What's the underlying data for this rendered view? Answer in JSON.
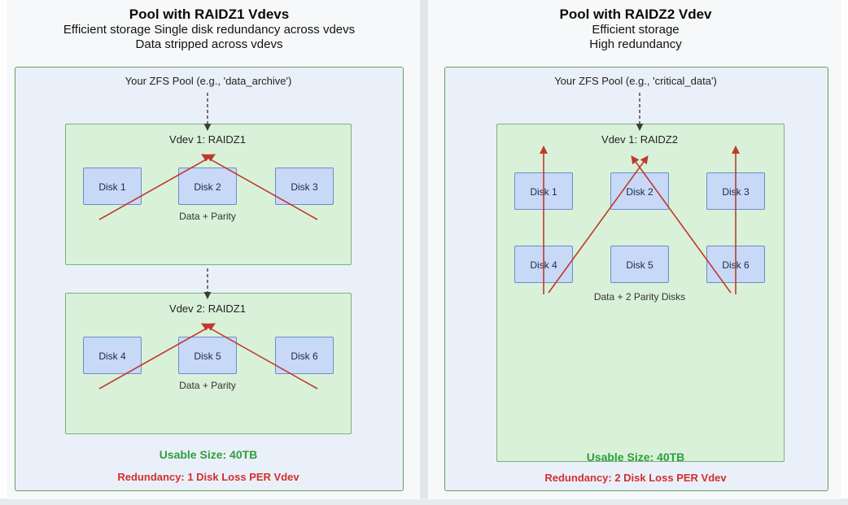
{
  "left": {
    "title": "Pool with RAIDZ1 Vdevs",
    "subtitle1": "Efficient storage  Single disk redundancy across vdevs",
    "subtitle2": "Data stripped across vdevs",
    "pool_label": "Your ZFS Pool (e.g., 'data_archive')",
    "vdevs": [
      {
        "title": "Vdev 1: RAIDZ1",
        "disks": [
          "Disk 1",
          "Disk 2",
          "Disk 3"
        ],
        "note": "Data + Parity"
      },
      {
        "title": "Vdev 2: RAIDZ1",
        "disks": [
          "Disk 4",
          "Disk 5",
          "Disk 6"
        ],
        "note": "Data + Parity"
      }
    ],
    "usable_size": "Usable Size: 40TB",
    "redundancy": "Redundancy: 1 Disk Loss PER Vdev"
  },
  "right": {
    "title": "Pool with RAIDZ2 Vdev",
    "subtitle1": "Efficient storage",
    "subtitle2": "High redundancy",
    "pool_label": "Your ZFS Pool (e.g., 'critical_data')",
    "vdev": {
      "title": "Vdev 1: RAIDZ2",
      "disks": [
        "Disk 1",
        "Disk 2",
        "Disk 3",
        "Disk 4",
        "Disk 5",
        "Disk 6"
      ],
      "note": "Data + 2 Parity Disks"
    },
    "usable_size": "Usable Size: 40TB",
    "redundancy": "Redundancy: 2 Disk Loss PER Vdev"
  },
  "colors": {
    "pool_fill": "#eaf0f9",
    "pool_border": "#61a061",
    "vdev_fill": "#d9f1d9",
    "vdev_border": "#7ab37a",
    "disk_fill": "#c7d9f6",
    "disk_border": "#6a8fc8",
    "arrow_red": "#c0392b",
    "arrow_gray": "#3d3d3d",
    "usable_green": "#2e9e3e",
    "redundancy_red": "#d32f2f"
  }
}
